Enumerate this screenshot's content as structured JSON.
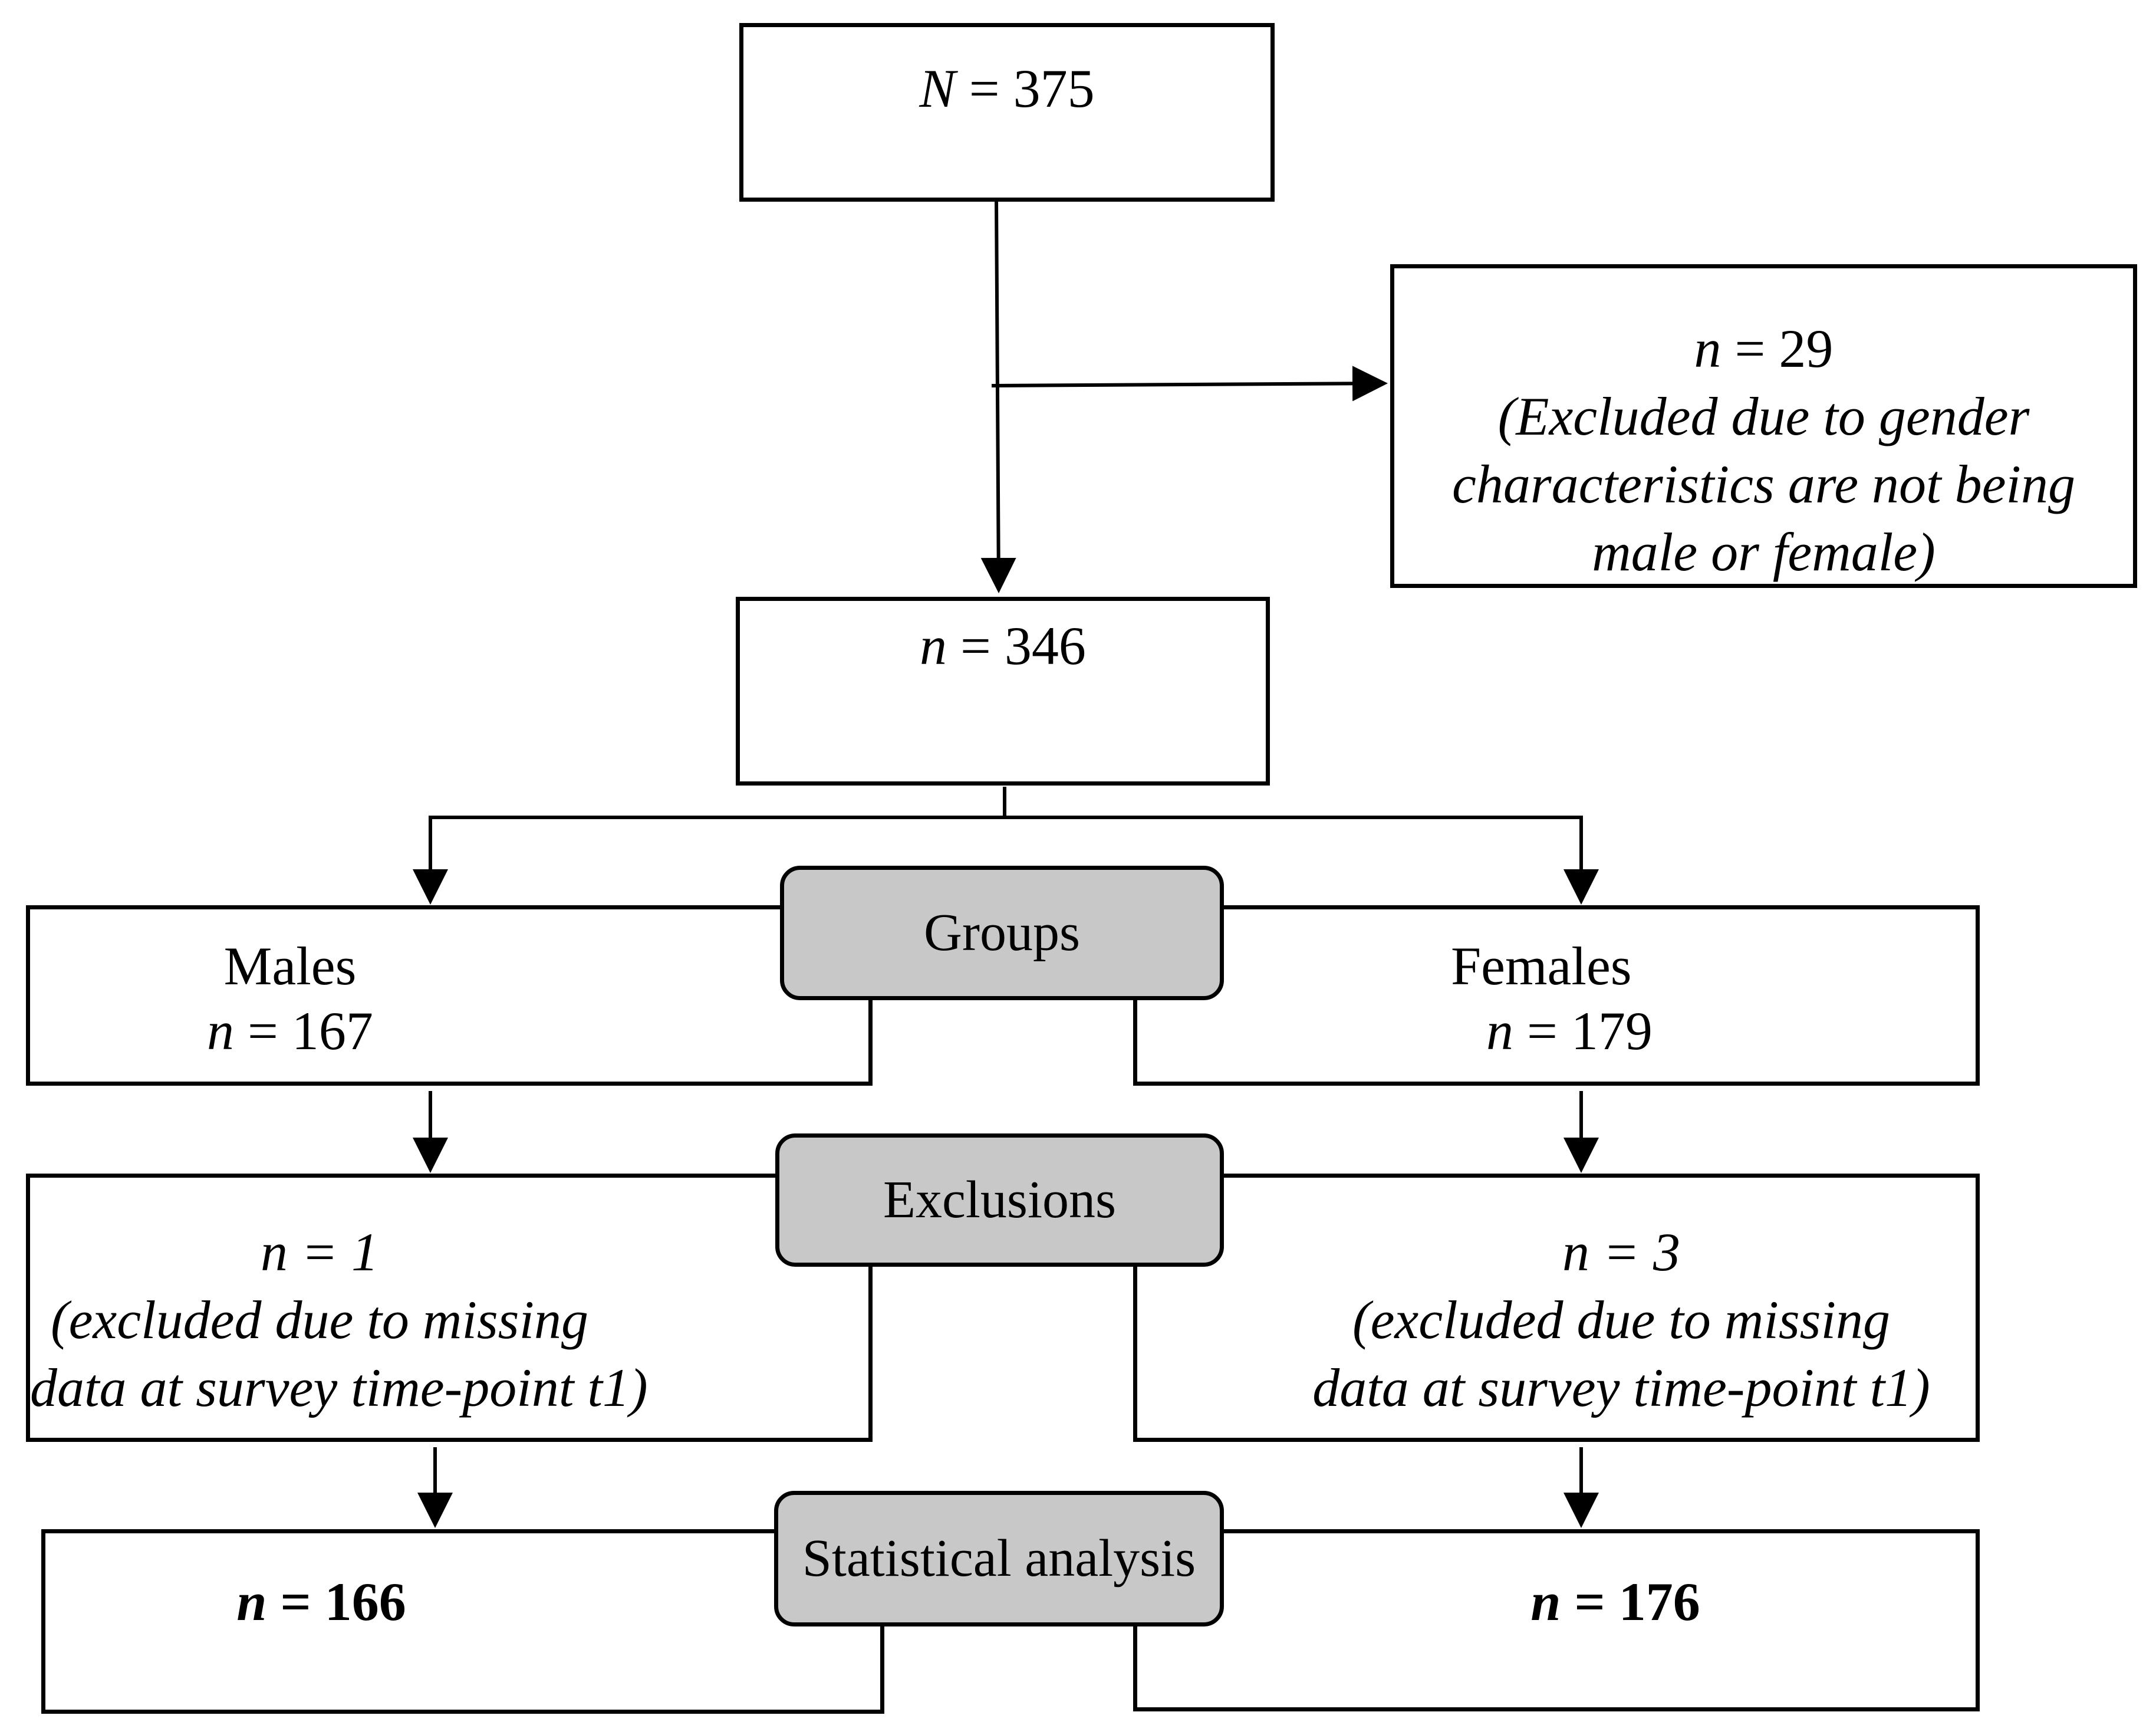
{
  "flowchart": {
    "total": {
      "var": "N",
      "eq": " = 375"
    },
    "excluded_gender": {
      "var": "n",
      "eq": " = 29",
      "lines": [
        "(Excluded due to gender",
        "characteristics are not being",
        "male or female)"
      ]
    },
    "remaining": {
      "var": "n",
      "eq": " = 346"
    },
    "groups_label": "Groups",
    "exclusions_label": "Exclusions",
    "analysis_label": "Statistical analysis",
    "males": {
      "title": "Males",
      "var": "n",
      "eq": " = 167"
    },
    "females": {
      "title": "Females",
      "var": "n",
      "eq": " = 179"
    },
    "males_excluded": {
      "var": "n",
      "eq": " = 1",
      "lines": [
        "(excluded due to missing",
        "data at survey time-point t1)"
      ]
    },
    "females_excluded": {
      "var": "n",
      "eq": " = 3",
      "lines": [
        "(excluded due to missing",
        "data at survey time-point t1)"
      ]
    },
    "males_final": {
      "var": "n",
      "eq": " = 166"
    },
    "females_final": {
      "var": "n",
      "eq": " = 176"
    }
  }
}
